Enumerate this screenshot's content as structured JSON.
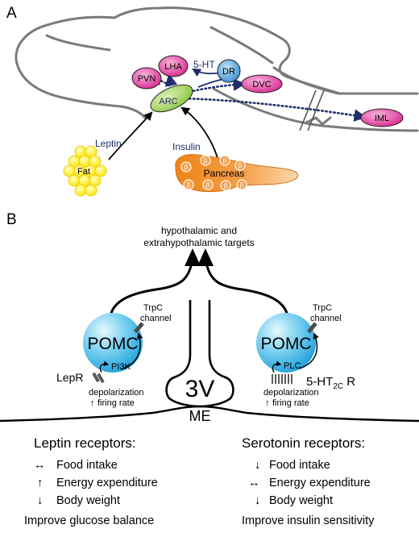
{
  "panel_a": {
    "letter": "A",
    "regions": {
      "pvn": "PVN",
      "lha": "LHA",
      "dr": "DR",
      "arc": "ARC",
      "dvc": "DVC",
      "iml": "IML"
    },
    "signal_5ht": "5-HT",
    "leptin": "Leptin",
    "insulin": "Insulin",
    "fat": "Fat",
    "pancreas": "Pancreas",
    "beta": "β"
  },
  "panel_b": {
    "letter": "B",
    "targets_line1": "hypothalamic and",
    "targets_line2": "extrahypothalamic targets",
    "left_neuron": {
      "label": "POMC",
      "trpc_line1": "TrpC",
      "trpc_line2": "channel",
      "kinase": "PI3K",
      "receptor": "LepR",
      "depol": "depolarization",
      "firing": "firing rate"
    },
    "right_neuron": {
      "label": "POMC",
      "trpc_line1": "TrpC",
      "trpc_line2": "channel",
      "kinase": "PLC",
      "receptor_prefix": "5-HT",
      "receptor_sub": "2C",
      "receptor_suffix": " R",
      "depol": "depolarization",
      "firing": "firing rate"
    },
    "ventricle": "3V",
    "median_eminence": "ME"
  },
  "effects": {
    "leptin": {
      "heading": "Leptin receptors:",
      "items": [
        {
          "arrow": "↔",
          "text": "Food intake"
        },
        {
          "arrow": "↑",
          "text": "Energy expenditure"
        },
        {
          "arrow": "↓",
          "text": "Body weight"
        }
      ],
      "conclusion": "Improve glucose balance"
    },
    "serotonin": {
      "heading": "Serotonin receptors:",
      "items": [
        {
          "arrow": "↓",
          "text": "Food intake"
        },
        {
          "arrow": "↔",
          "text": "Energy expenditure"
        },
        {
          "arrow": "↓",
          "text": "Body weight"
        }
      ],
      "conclusion": "Improve insulin sensitivity"
    }
  },
  "colors": {
    "outline": "#7a7a7a",
    "magenta": "#e0399b",
    "arc_green": "#9ccf5a",
    "dr_blue": "#5aa8dc",
    "navy": "#1f2d6b",
    "fat_yellow": "#fff200",
    "pancreas_orange": "#f08a1c",
    "pomc_cyan": "#33b4e6"
  }
}
